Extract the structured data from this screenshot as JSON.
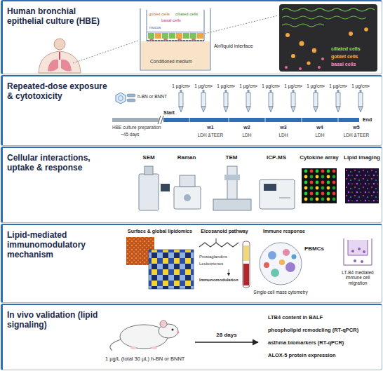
{
  "diagram": {
    "nodes": [
      {
        "text": [
          "Human bronchial epithelial culture (HBE)"
        ]
      },
      {
        "text": [
          "Repeated-dose exposure & cytotoxicity"
        ]
      },
      {
        "text": [
          "Cellular interactions, uptake & response"
        ]
      },
      {
        "text": [
          "Lipid-mediated immunomodulatory mechanism"
        ]
      },
      {
        "text": [
          "In vivo validation (lipid signaling)"
        ]
      }
    ],
    "labels": [
      "goblet cells",
      "ciliated cells",
      "basal cells",
      "mucus",
      "Air/liquid interface",
      "Conditioned medium",
      "ciliated cells",
      "goblet cells",
      "basal cells",
      "h-BN or BNNT",
      "1 µg/cm²",
      "1 µg/cm²",
      "1 µg/cm²",
      "1 µg/cm²",
      "1 µg/cm²",
      "1 µg/cm²",
      "1 µg/cm²",
      "1 µg/cm²",
      "1 µg/cm²",
      "HBE culture preparation",
      "~45 days",
      "Start",
      "End",
      "w1",
      "LDH &TEER",
      "w2",
      "LDH",
      "w3",
      "LDH",
      "w4",
      "LDH",
      "w5",
      "LDH &TEER",
      "SEM",
      "Raman",
      "TEM",
      "ICP-MS",
      "Cytokine array",
      "Lipid imaging",
      "Surface & global lipidomics",
      "Eicosanoid pathway",
      "Immune response",
      "Prostaglandins",
      "Leukotrienes",
      "Immunomodulation",
      "PBMCs",
      "Single-cell mass cytometry",
      "LT-B4 mediated immune cell migration",
      "1 µg/L (total 30 µL) h-BN or BNNT",
      "28 days",
      "LTB4 content in BALF",
      "phospholipid remodeling (RT-qPCR)",
      "asthma biomarkers (RT-qPCR)",
      "ALOX-5 protein expression"
    ]
  }
}
